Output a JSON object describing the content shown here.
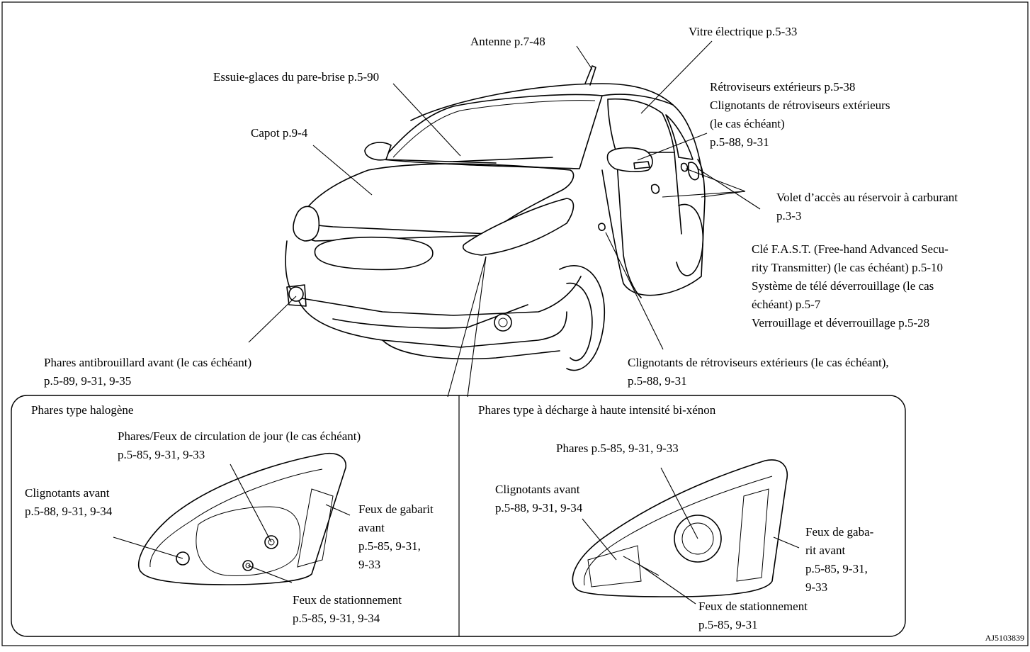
{
  "labels": {
    "antenne": "Antenne p.7-48",
    "vitre": "Vitre électrique p.5-33",
    "essuie": "Essuie-glaces du pare-brise p.5-90",
    "retro_1": "Rétroviseurs extérieurs p.5-38",
    "retro_2": "Clignotants de rétroviseurs extérieurs",
    "retro_3": "(le cas échéant)",
    "retro_4": "p.5-88, 9-31",
    "capot": "Capot p.9-4",
    "volet_1": "Volet d’accès au réservoir à carburant",
    "volet_2": "p.3-3",
    "cle_1": "Clé F.A.S.T. (Free-hand Advanced Secu-",
    "cle_2": "rity Transmitter) (le cas échéant) p.5-10",
    "systeme_1": "Système de télé déverrouillage (le cas",
    "systeme_2": "échéant) p.5-7",
    "verrou": "Verrouillage et déverrouillage p.5-28",
    "phares_ab_1": "Phares antibrouillard avant (le cas échéant)",
    "phares_ab_2": "p.5-89, 9-31, 9-35",
    "clign_side_1": "Clignotants de rétroviseurs extérieurs (le cas échéant),",
    "clign_side_2": "p.5-88, 9-31"
  },
  "halogen": {
    "title": "Phares type halogène",
    "drl_1": "Phares/Feux de circulation de jour (le cas échéant)",
    "drl_2": "p.5-85, 9-31, 9-33",
    "clign_1": "Clignotants avant",
    "clign_2": "p.5-88, 9-31, 9-34",
    "gabarit_1": "Feux de gabarit",
    "gabarit_2": "avant",
    "gabarit_3": "p.5-85, 9-31,",
    "gabarit_4": "9-33",
    "station_1": "Feux de stationnement",
    "station_2": "p.5-85, 9-31, 9-34"
  },
  "xenon": {
    "title": "Phares type à décharge à haute intensité bi-xénon",
    "phares_1": "Phares p.5-85, 9-31, 9-33",
    "clign_1": "Clignotants avant",
    "clign_2": "p.5-88, 9-31, 9-34",
    "gabarit_1": "Feux de gaba-",
    "gabarit_2": "rit avant",
    "gabarit_3": "p.5-85, 9-31,",
    "gabarit_4": "9-33",
    "station_1": "Feux de stationnement",
    "station_2": "p.5-85, 9-31"
  },
  "figure_id": "AJ5103839"
}
